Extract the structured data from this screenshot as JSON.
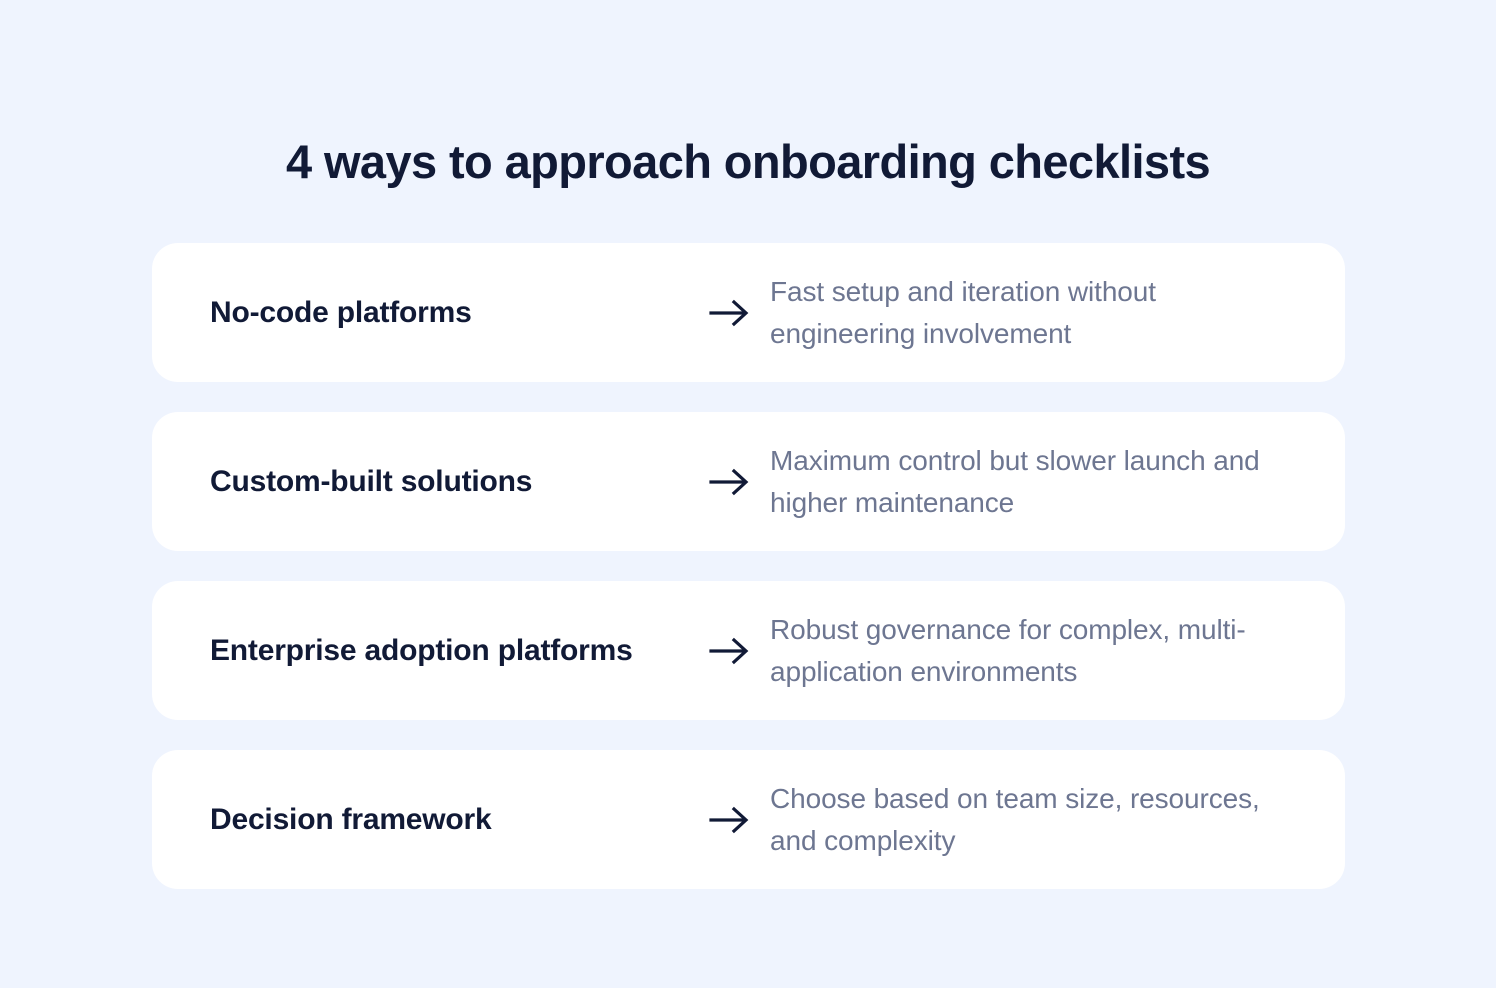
{
  "page": {
    "title": "4 ways to approach onboarding checklists",
    "background_color": "#eff4fe",
    "card_color": "#ffffff",
    "title_color": "#111a36",
    "label_color": "#111a36",
    "description_color": "#6d7691"
  },
  "cards": [
    {
      "label": "No-code platforms",
      "arrow_icon": "arrow-right-icon",
      "description": "Fast setup and iteration without engineering involvement"
    },
    {
      "label": "Custom-built solutions",
      "arrow_icon": "arrow-right-icon",
      "description": "Maximum control but slower launch and higher maintenance"
    },
    {
      "label": "Enterprise adoption platforms",
      "arrow_icon": "arrow-right-icon",
      "description": "Robust governance for complex, multi-application environments"
    },
    {
      "label": "Decision framework",
      "arrow_icon": "arrow-right-icon",
      "description": "Choose based on team size, resources, and complexity"
    }
  ]
}
